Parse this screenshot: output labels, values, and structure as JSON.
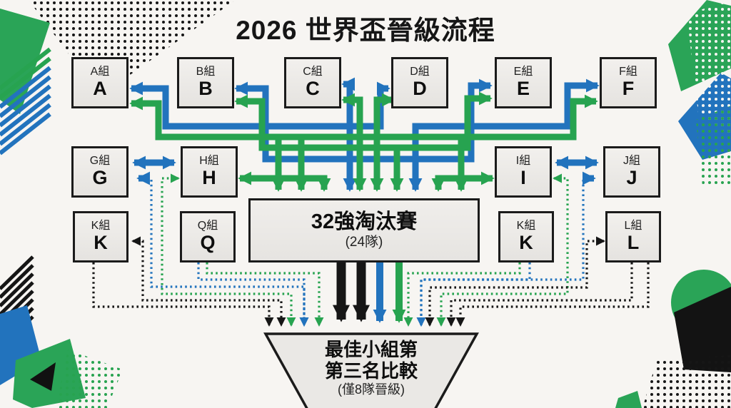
{
  "title": "2026 世界盃晉級流程",
  "groups": [
    {
      "label": "A組",
      "letter": "A"
    },
    {
      "label": "B組",
      "letter": "B"
    },
    {
      "label": "C組",
      "letter": "C"
    },
    {
      "label": "D組",
      "letter": "D"
    },
    {
      "label": "E組",
      "letter": "E"
    },
    {
      "label": "F組",
      "letter": "F"
    },
    {
      "label": "G組",
      "letter": "G"
    },
    {
      "label": "H組",
      "letter": "H"
    },
    {
      "label": "I組",
      "letter": "I"
    },
    {
      "label": "J組",
      "letter": "J"
    },
    {
      "label": "K組",
      "letter": "K"
    },
    {
      "label": "Q組",
      "letter": "Q"
    },
    {
      "label": "K組",
      "letter": "K"
    },
    {
      "label": "L組",
      "letter": "L"
    }
  ],
  "center_box": {
    "title": "32強淘汰賽",
    "subtitle": "(24隊)"
  },
  "funnel_box": {
    "line1": "最佳小組第",
    "line2": "第三名比較",
    "line3": "(僅8隊晉級)"
  },
  "colors": {
    "arrow_blue": "#2273bd",
    "arrow_green": "#27a350",
    "arrow_black": "#161616",
    "box_fill": "#ebe9e6",
    "background": "#f7f5f2"
  }
}
